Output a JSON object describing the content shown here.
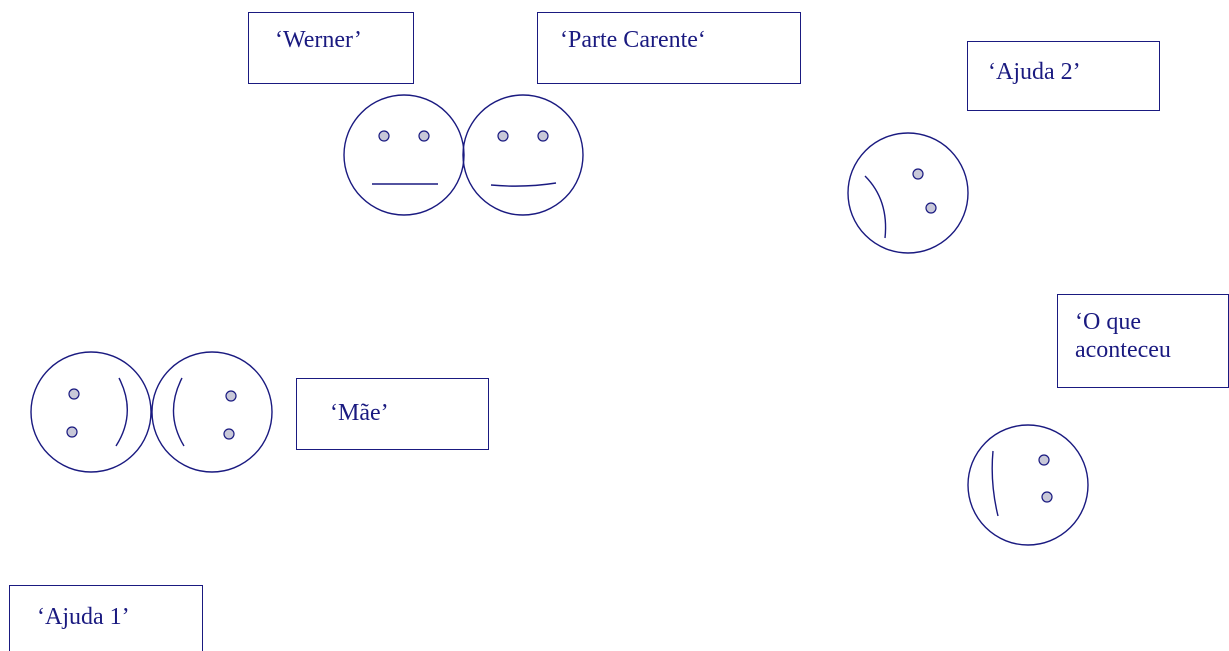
{
  "labels": {
    "werner": "‘Werner’",
    "parte_carente": "‘Parte Carente‘",
    "ajuda_2": "‘Ajuda 2’",
    "o_que_aconteceu_line1": "‘O que",
    "o_que_aconteceu_line2": "aconteceu",
    "mae": "‘Mãe’",
    "ajuda_1": "‘Ajuda 1’"
  },
  "colors": {
    "stroke": "#1a1a80",
    "eye_fill": "#c8c8d8",
    "background": "#ffffff"
  }
}
